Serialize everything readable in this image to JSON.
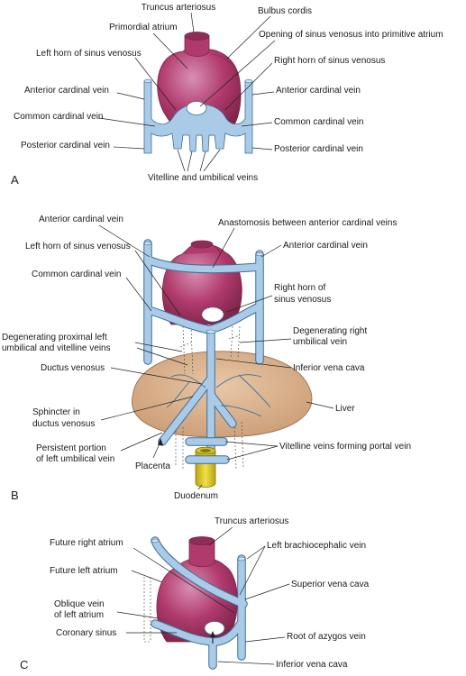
{
  "colors": {
    "heart": "#b03a6c",
    "heart_dark": "#7e2449",
    "heart_light": "#d890b4",
    "vein": "#a9cbe8",
    "vein_stroke": "#3f6f98",
    "liver": "#d6ad88",
    "liver_stroke": "#8e6a4b",
    "duodenum": "#e4d12a",
    "label": "#1a1a1a"
  },
  "panel_a": {
    "letter": "A",
    "labels": {
      "truncus_arteriosus": "Truncus arteriosus",
      "bulbus_cordis": "Bulbus cordis",
      "primordial_atrium": "Primordial atrium",
      "opening_sinus_1": "Opening of sinus venosus into primitive atrium",
      "left_horn_sinus": "Left horn of sinus venosus",
      "right_horn_sinus": "Right horn of sinus venosus",
      "anterior_cardinal_left": "Anterior cardinal vein",
      "anterior_cardinal_right": "Anterior cardinal vein",
      "common_cardinal_left": "Common cardinal vein",
      "common_cardinal_right": "Common cardinal vein",
      "posterior_cardinal_left": "Posterior cardinal vein",
      "posterior_cardinal_right": "Posterior cardinal vein",
      "vitelline_umbilical": "Vitelline and umbilical veins"
    }
  },
  "panel_b": {
    "letter": "B",
    "labels": {
      "anterior_cardinal_left": "Anterior cardinal vein",
      "anastomosis": "Anastomosis between anterior cardinal veins",
      "anterior_cardinal_right": "Anterior cardinal vein",
      "left_horn_sinus": "Left horn of sinus venosus",
      "common_cardinal": "Common cardinal vein",
      "right_horn_1": "Right horn of",
      "right_horn_2": "sinus venosus",
      "degen_left_1": "Degenerating proximal left",
      "degen_left_2": "umbilical and vitelline veins",
      "degen_right_1": "Degenerating right",
      "degen_right_2": "umbilical vein",
      "inferior_vena_cava": "Inferior vena cava",
      "ductus_venosus": "Ductus venosus",
      "liver": "Liver",
      "sphincter_1": "Sphincter in",
      "sphincter_2": "ductus venosus",
      "persistent_1": "Persistent portion",
      "persistent_2": "of left umbilical vein",
      "placenta": "Placenta",
      "vitelline_portal": "Vitelline veins forming portal vein",
      "duodenum": "Duodenum"
    }
  },
  "panel_c": {
    "letter": "C",
    "labels": {
      "truncus_arteriosus": "Truncus arteriosus",
      "future_right_atrium": "Future right atrium",
      "left_brachiocephalic": "Left brachiocephalic vein",
      "future_left_atrium": "Future left atrium",
      "superior_vena_cava": "Superior vena cava",
      "oblique_vein_1": "Oblique vein",
      "oblique_vein_2": "of left atrium",
      "coronary_sinus": "Coronary sinus",
      "root_azygos": "Root of azygos vein",
      "inferior_vena_cava": "Inferior vena cava"
    }
  }
}
